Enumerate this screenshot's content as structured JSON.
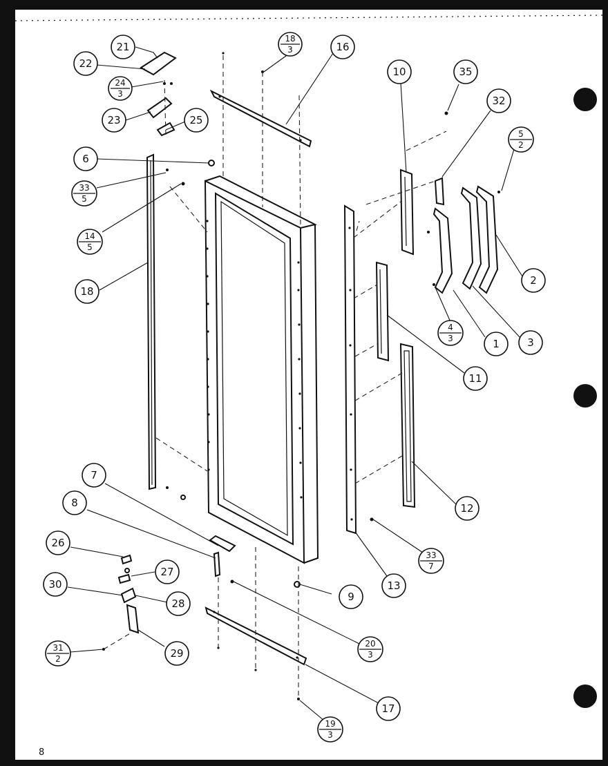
{
  "page_number": "8",
  "callouts": [
    {
      "id": "c21",
      "label": "21"
    },
    {
      "id": "c22",
      "label": "22"
    },
    {
      "id": "c24-3",
      "num": "24",
      "den": "3"
    },
    {
      "id": "c23",
      "label": "23"
    },
    {
      "id": "c25",
      "label": "25"
    },
    {
      "id": "c6",
      "label": "6"
    },
    {
      "id": "c33-5",
      "num": "33",
      "den": "5"
    },
    {
      "id": "c14-5",
      "num": "14",
      "den": "5"
    },
    {
      "id": "c18",
      "label": "18"
    },
    {
      "id": "c18-3",
      "num": "18",
      "den": "3"
    },
    {
      "id": "c16",
      "label": "16"
    },
    {
      "id": "c10",
      "label": "10"
    },
    {
      "id": "c35",
      "label": "35"
    },
    {
      "id": "c32",
      "label": "32"
    },
    {
      "id": "c5-2",
      "num": "5",
      "den": "2"
    },
    {
      "id": "c2",
      "label": "2"
    },
    {
      "id": "c4-3",
      "num": "4",
      "den": "3"
    },
    {
      "id": "c1",
      "label": "1"
    },
    {
      "id": "c3",
      "label": "3"
    },
    {
      "id": "c11",
      "label": "11"
    },
    {
      "id": "c12",
      "label": "12"
    },
    {
      "id": "c13",
      "label": "13"
    },
    {
      "id": "c33-7",
      "num": "33",
      "den": "7"
    },
    {
      "id": "c7",
      "label": "7"
    },
    {
      "id": "c8",
      "label": "8"
    },
    {
      "id": "c9",
      "label": "9"
    },
    {
      "id": "c20-3",
      "num": "20",
      "den": "3"
    },
    {
      "id": "c26",
      "label": "26"
    },
    {
      "id": "c27",
      "label": "27"
    },
    {
      "id": "c28",
      "label": "28"
    },
    {
      "id": "c30",
      "label": "30"
    },
    {
      "id": "c29",
      "label": "29"
    },
    {
      "id": "c31-2",
      "num": "31",
      "den": "2"
    },
    {
      "id": "c17",
      "label": "17"
    },
    {
      "id": "c19-3",
      "num": "19",
      "den": "3"
    }
  ]
}
